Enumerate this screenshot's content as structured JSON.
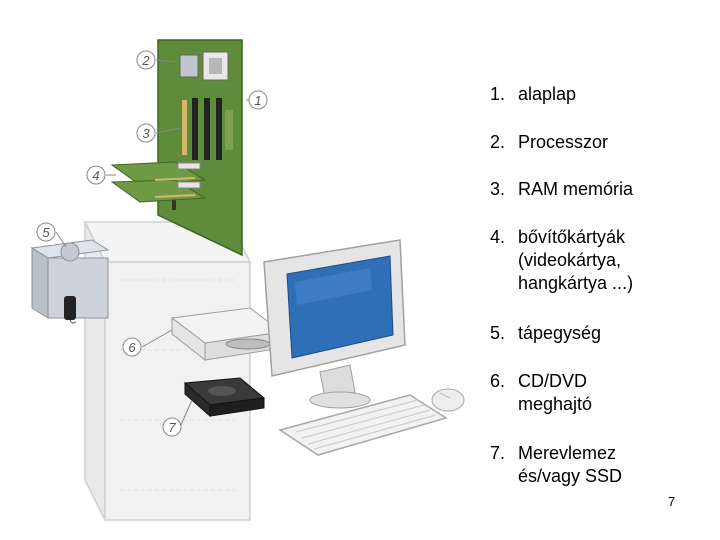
{
  "parts": [
    {
      "num": "1.",
      "label": "alaplap"
    },
    {
      "num": "2.",
      "label": "Processzor"
    },
    {
      "num": "3.",
      "label": "RAM memória"
    },
    {
      "num": "4.",
      "label": "bővítőkártyák\n(videokártya,\nhangkártya ...)"
    },
    {
      "num": "5.",
      "label": "tápegység"
    },
    {
      "num": "6.",
      "label": "CD/DVD\nmeghajtó"
    },
    {
      "num": "7.",
      "label": "Merevlemez\nés/vagy SSD"
    }
  ],
  "callouts": [
    "1",
    "2",
    "3",
    "4",
    "5",
    "6",
    "7"
  ],
  "page_number": "7",
  "colors": {
    "motherboard": "#5e8c3a",
    "monitor_screen": "#2f6fb8",
    "case": "#efefef",
    "hdd": "#2b2b2b"
  }
}
